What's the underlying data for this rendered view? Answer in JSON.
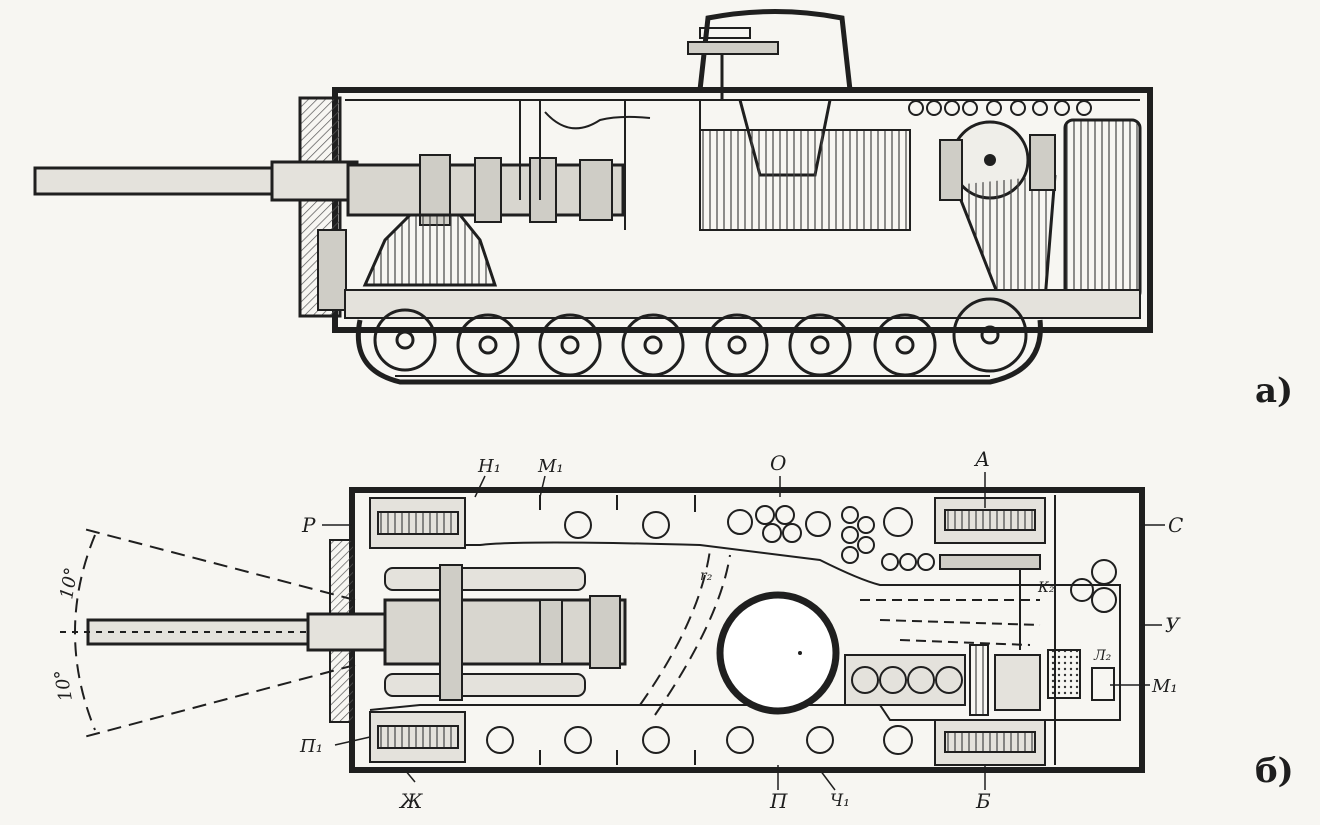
{
  "figure": {
    "panel_a_label": "а)",
    "panel_b_label": "б)"
  },
  "callouts": {
    "h1": "Н₁",
    "m1": "М₁",
    "o": "О",
    "a": "А",
    "p_left": "Р",
    "c": "С",
    "y": "У",
    "m_right": "М₁",
    "n1": "П₁",
    "zh": "Ж",
    "p_bottom": "П",
    "ch1": "Ч₁",
    "b": "Б",
    "r1": "r₂",
    "k2": "К₂",
    "l2": "Л₂",
    "angle_top": "10°",
    "angle_bottom": "10°"
  },
  "colors": {
    "ink": "#1f1f1f",
    "paper": "#f7f6f2",
    "shade": "#cfcdc6"
  }
}
